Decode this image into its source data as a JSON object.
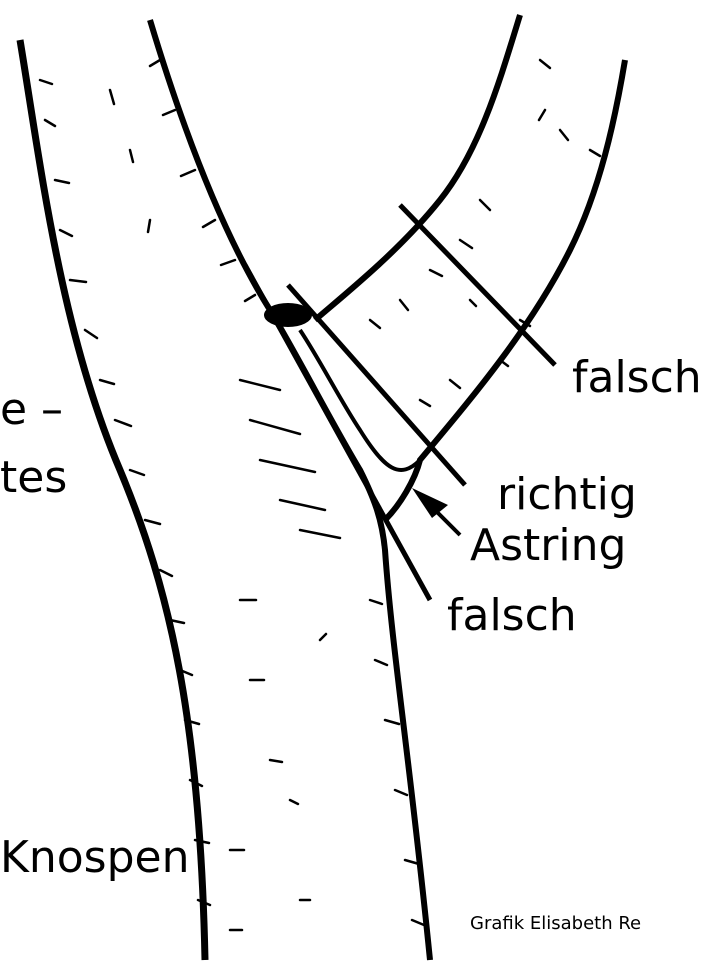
{
  "diagram": {
    "labels": {
      "falsch_upper": "falsch",
      "richtig": "richtig",
      "astring": "Astring",
      "falsch_lower": "falsch",
      "left_fragment_1": "e –",
      "left_fragment_2": "tes",
      "knospen": "Knospen",
      "credit": "Grafik Elisabeth Re"
    },
    "colors": {
      "ink": "#000000",
      "paper": "#ffffff"
    }
  }
}
